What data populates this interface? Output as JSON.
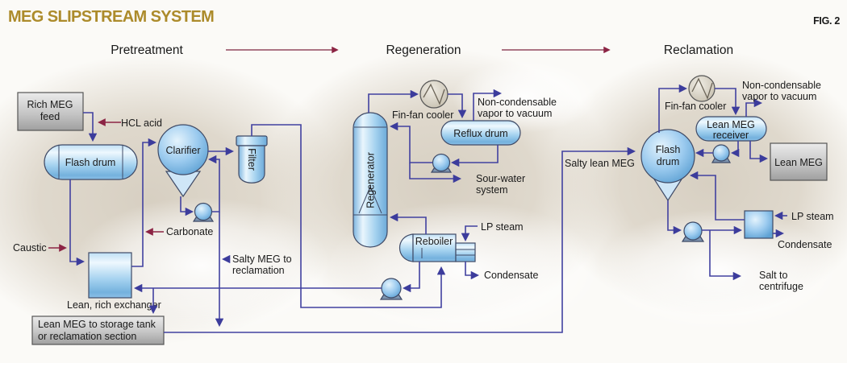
{
  "title": "MEG SLIPSTREAM SYSTEM",
  "figure_label": "FIG. 2",
  "sections": {
    "pretreatment": "Pretreatment",
    "regeneration": "Regeneration",
    "reclamation": "Reclamation"
  },
  "pretreatment": {
    "rich_meg_feed": [
      "Rich MEG",
      "feed"
    ],
    "hcl_acid": "HCL acid",
    "flash_drum": "Flash drum",
    "clarifier": "Clarifier",
    "filter": "Filter",
    "carbonate": "Carbonate",
    "caustic": "Caustic",
    "salty_meg": [
      "Salty MEG to",
      "reclamation"
    ],
    "exchanger": "Lean, rich exchanger",
    "storage_box": [
      "Lean MEG to storage tank",
      "or reclamation section"
    ]
  },
  "regeneration": {
    "regenerator": "Regenerator",
    "fin_fan_cooler": "Fin-fan cooler",
    "noncondensable": [
      "Non-condensable",
      "vapor to vacuum"
    ],
    "reflux_drum": "Reflux drum",
    "sour_water": [
      "Sour-water",
      "system"
    ],
    "reboiler": "Reboiler",
    "lp_steam": "LP steam",
    "condensate": "Condensate"
  },
  "reclamation": {
    "fin_fan_cooler": "Fin-fan cooler",
    "noncondensable": [
      "Non-condensable",
      "vapor to vacuum"
    ],
    "lean_meg_receiver": [
      "Lean MEG",
      "receiver"
    ],
    "salty_lean_meg": "Salty lean MEG",
    "flash_drum": [
      "Flash",
      "drum"
    ],
    "lean_meg_product": "Lean MEG",
    "lp_steam": "LP steam",
    "condensate": "Condensate",
    "salt_to_centrifuge": [
      "Salt to",
      "centrifuge"
    ]
  },
  "colors": {
    "title_gold": "#ac8b2b",
    "flow_line_blue": "#4141a0",
    "chemical_arrow_maroon": "#8c2444",
    "section_arrow_maroon": "#7d2540",
    "equipment_blue": "#8fc3ea",
    "equipment_stroke": "#3f4a66",
    "gray_box": "#c9c9c9",
    "fin_fan_tan": "#d6cfc0",
    "background_tan": "#d8d1c3"
  }
}
